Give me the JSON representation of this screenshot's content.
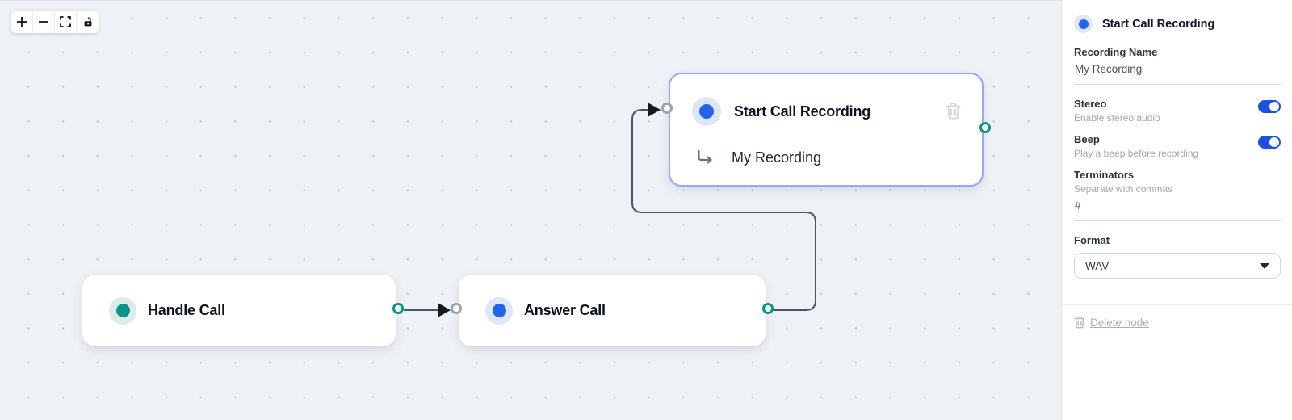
{
  "colors": {
    "blue": "#2563eb",
    "blue_halo": "#dde6fb",
    "teal": "#0d9488",
    "teal_halo": "#d9ece7",
    "toggle_on": "#1e4fe0",
    "edge": "#4b5563",
    "selected_node_border": "#96a9f1",
    "canvas_bg": "#eef1f6"
  },
  "toolbar": {
    "buttons": [
      {
        "name": "zoom-in"
      },
      {
        "name": "zoom-out"
      },
      {
        "name": "fit-view"
      },
      {
        "name": "toggle-interactivity"
      }
    ]
  },
  "canvas": {
    "nodes": [
      {
        "title": "Handle Call"
      },
      {
        "title": "Answer Call"
      },
      {
        "title": "Start Call Recording",
        "subtitle": "My Recording",
        "selected": true
      }
    ]
  },
  "panel": {
    "title": "Start Call Recording",
    "recording_name": {
      "label": "Recording Name",
      "value": "My Recording"
    },
    "stereo": {
      "label": "Stereo",
      "help": "Enable stereo audio",
      "enabled": true
    },
    "beep": {
      "label": "Beep",
      "help": "Play a beep before recording",
      "enabled": true
    },
    "terminators": {
      "label": "Terminators",
      "help": "Separate with commas",
      "value": "#"
    },
    "format": {
      "label": "Format",
      "value": "WAV"
    },
    "delete_label": "Delete node"
  }
}
